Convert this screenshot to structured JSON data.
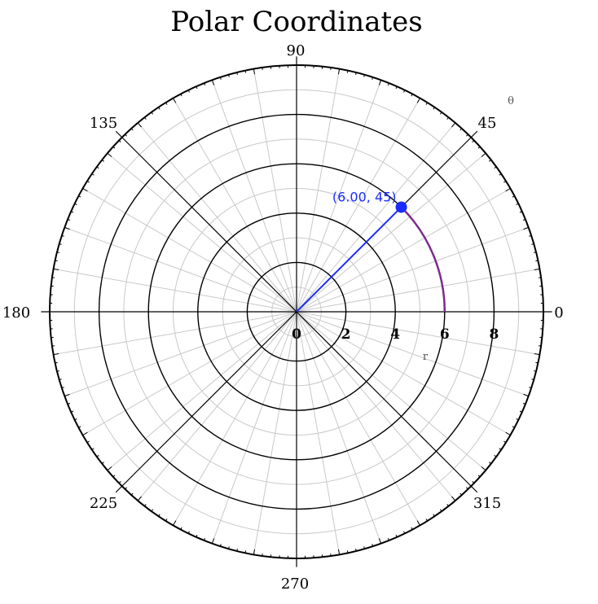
{
  "chart_data": {
    "type": "polar",
    "title": "Polar Coordinates",
    "r_max": 10,
    "r_ticks": [
      0,
      2,
      4,
      6,
      8
    ],
    "r_tick_labels": [
      "0",
      "2",
      "4",
      "6",
      "8"
    ],
    "r_axis_symbol": "r",
    "theta_axis_symbol": "θ",
    "angle_labels": [
      {
        "angle": 0,
        "text": "0"
      },
      {
        "angle": 45,
        "text": "45"
      },
      {
        "angle": 90,
        "text": "90"
      },
      {
        "angle": 135,
        "text": "135"
      },
      {
        "angle": 180,
        "text": "180"
      },
      {
        "angle": 225,
        "text": "225"
      },
      {
        "angle": 270,
        "text": "270"
      },
      {
        "angle": 315,
        "text": "315"
      }
    ],
    "major_rings": [
      2,
      4,
      6,
      8,
      10
    ],
    "minor_rings": [
      1,
      3,
      5,
      7,
      9
    ],
    "major_spoke_step_deg": 45,
    "minor_spoke_step_deg": 10,
    "grid": true,
    "point": {
      "r": 6.0,
      "theta": 45,
      "label": "(6.00, 45)"
    },
    "arc": {
      "r": 6.0,
      "from_theta": 0,
      "to_theta": 45
    },
    "colors": {
      "major_grid": "#000000",
      "minor_grid": "#c8c8c8",
      "point": "#1a2bff",
      "arc": "#7b2a8c"
    }
  }
}
